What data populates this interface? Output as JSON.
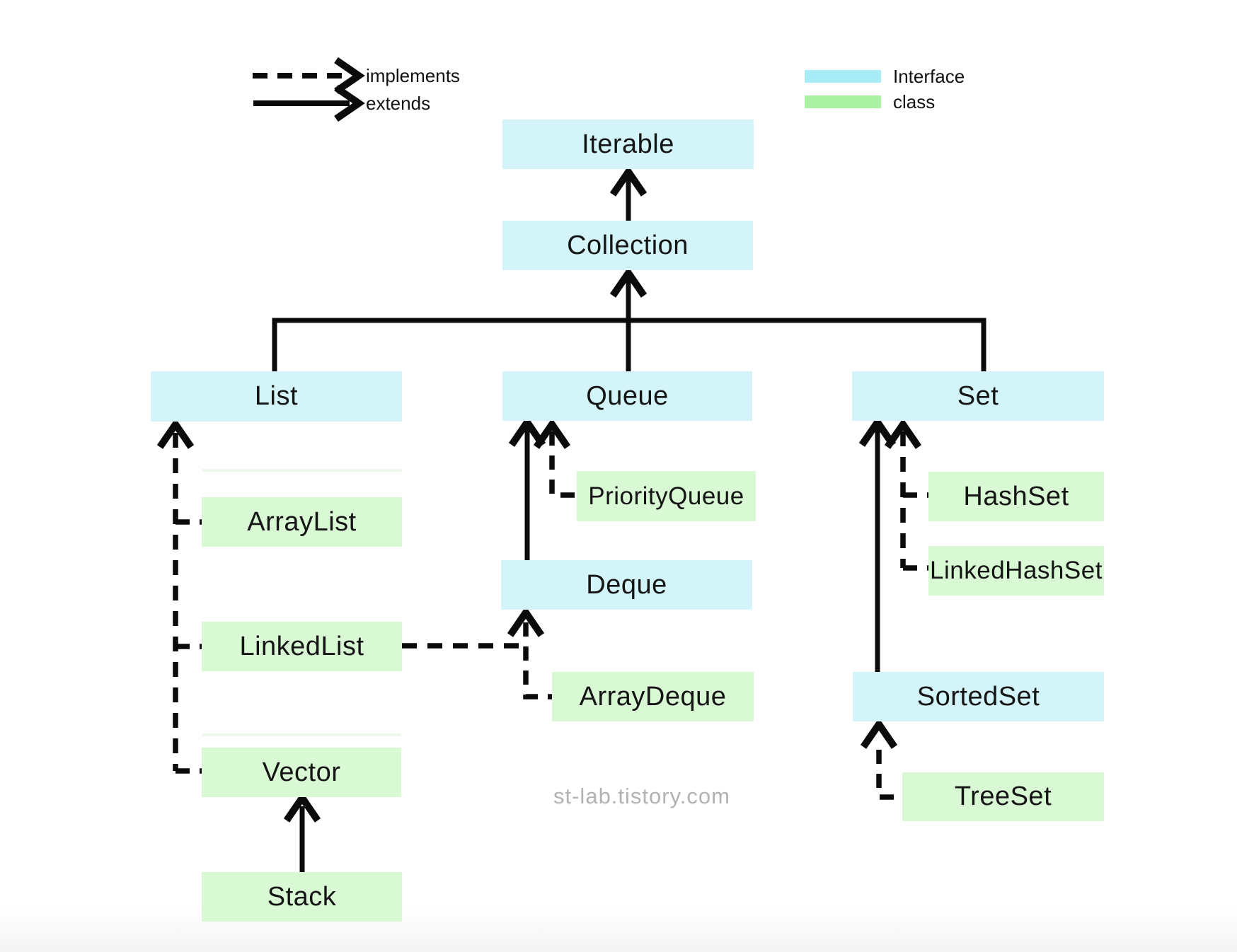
{
  "legend_arrows": {
    "implements_label": "implements",
    "extends_label": "extends"
  },
  "legend_types": {
    "interface_label": "Interface",
    "class_label": "class"
  },
  "nodes": {
    "iterable": {
      "label": "Iterable",
      "type": "interface"
    },
    "collection": {
      "label": "Collection",
      "type": "interface"
    },
    "list": {
      "label": "List",
      "type": "interface"
    },
    "queue": {
      "label": "Queue",
      "type": "interface"
    },
    "set": {
      "label": "Set",
      "type": "interface"
    },
    "deque": {
      "label": "Deque",
      "type": "interface"
    },
    "sortedset": {
      "label": "SortedSet",
      "type": "interface"
    },
    "arraylist": {
      "label": "ArrayList",
      "type": "class"
    },
    "linkedlist": {
      "label": "LinkedList",
      "type": "class"
    },
    "vector": {
      "label": "Vector",
      "type": "class"
    },
    "stack": {
      "label": "Stack",
      "type": "class"
    },
    "priorityqueue": {
      "label": "PriorityQueue",
      "type": "class"
    },
    "arraydeque": {
      "label": "ArrayDeque",
      "type": "class"
    },
    "hashset": {
      "label": "HashSet",
      "type": "class"
    },
    "linkedhashset": {
      "label": "LinkedHashSet",
      "type": "class"
    },
    "treeset": {
      "label": "TreeSet",
      "type": "class"
    }
  },
  "edges": [
    {
      "from": "Collection",
      "to": "Iterable",
      "relationship": "extends"
    },
    {
      "from": "List",
      "to": "Collection",
      "relationship": "extends"
    },
    {
      "from": "Queue",
      "to": "Collection",
      "relationship": "extends"
    },
    {
      "from": "Set",
      "to": "Collection",
      "relationship": "extends"
    },
    {
      "from": "ArrayList",
      "to": "List",
      "relationship": "implements"
    },
    {
      "from": "LinkedList",
      "to": "List",
      "relationship": "implements"
    },
    {
      "from": "Vector",
      "to": "List",
      "relationship": "implements"
    },
    {
      "from": "Stack",
      "to": "Vector",
      "relationship": "extends"
    },
    {
      "from": "PriorityQueue",
      "to": "Queue",
      "relationship": "implements"
    },
    {
      "from": "Deque",
      "to": "Queue",
      "relationship": "extends"
    },
    {
      "from": "ArrayDeque",
      "to": "Deque",
      "relationship": "implements"
    },
    {
      "from": "LinkedList",
      "to": "Deque",
      "relationship": "implements"
    },
    {
      "from": "HashSet",
      "to": "Set",
      "relationship": "implements"
    },
    {
      "from": "LinkedHashSet",
      "to": "Set",
      "relationship": "implements"
    },
    {
      "from": "SortedSet",
      "to": "Set",
      "relationship": "extends"
    },
    {
      "from": "TreeSet",
      "to": "SortedSet",
      "relationship": "implements"
    }
  ],
  "watermark": "st-lab.tistory.com",
  "colors": {
    "interface_box_fill": "#d3f5f9",
    "class_box_fill": "#d9f8d4",
    "legend_interface_swatch": "#a8ecf7",
    "legend_class_swatch": "#abf1a4",
    "line_color": "#000000",
    "watermark_color": "#b2b2b2"
  }
}
